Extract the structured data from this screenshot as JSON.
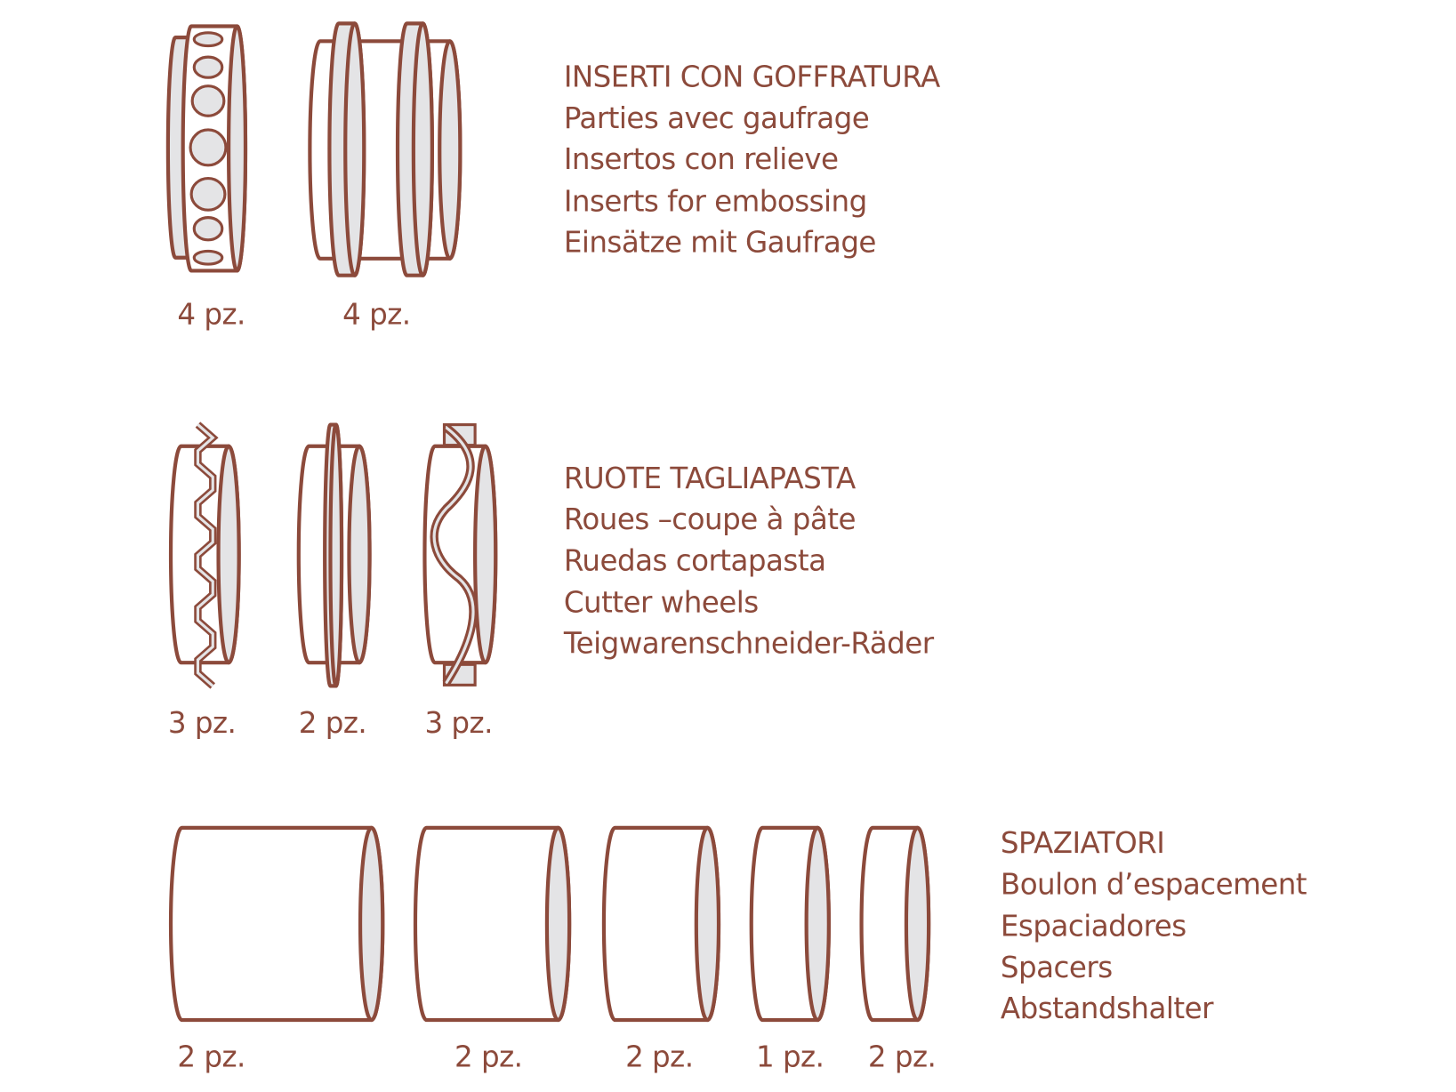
{
  "colors": {
    "stroke": "#8c4a3b",
    "face": "#e4e4e6",
    "background": "#ffffff"
  },
  "sections": [
    {
      "title": "INSERTI CON GOFFRATURA",
      "lines": [
        "Parties avec gaufrage",
        "Insertos con relieve",
        "Inserts for embossing",
        "Einsätze mit Gaufrage"
      ],
      "items": [
        {
          "quantity": "4 pz."
        },
        {
          "quantity": "4 pz."
        }
      ]
    },
    {
      "title": "RUOTE TAGLIAPASTA",
      "lines": [
        "Roues –coupe à pâte",
        "Ruedas cortapasta",
        "Cutter wheels",
        "Teigwarenschneider-Räder"
      ],
      "items": [
        {
          "quantity": "3 pz."
        },
        {
          "quantity": "2 pz."
        },
        {
          "quantity": "3 pz."
        }
      ]
    },
    {
      "title": "SPAZIATORI",
      "lines": [
        "Boulon d’espacement",
        "Espaciadores",
        "Spacers",
        "Abstandshalter"
      ],
      "items": [
        {
          "quantity": "2 pz."
        },
        {
          "quantity": "2 pz."
        },
        {
          "quantity": "2 pz."
        },
        {
          "quantity": "1 pz."
        },
        {
          "quantity": "2 pz."
        }
      ]
    }
  ]
}
